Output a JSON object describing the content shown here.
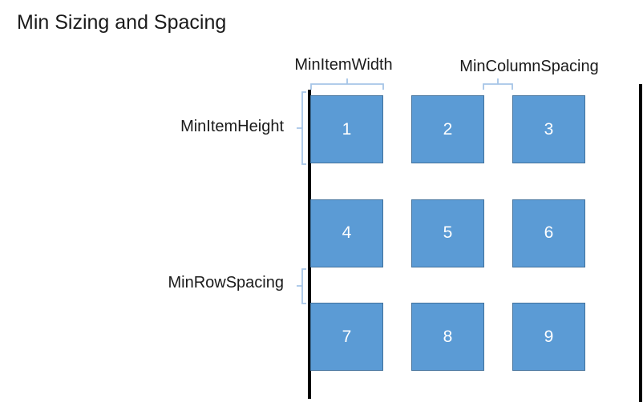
{
  "title": "Min Sizing and Spacing",
  "labels": {
    "min_item_width": "MinItemWidth",
    "min_column_spacing": "MinColumnSpacing",
    "min_item_height": "MinItemHeight",
    "min_row_spacing": "MinRowSpacing"
  },
  "grid": {
    "items": [
      "1",
      "2",
      "3",
      "4",
      "5",
      "6",
      "7",
      "8",
      "9"
    ]
  },
  "colors": {
    "item_fill": "#5B9BD5",
    "item_border": "#41719C",
    "brace": "#A6C5E7",
    "edge_line": "#000000",
    "item_number": "#FFFFFF",
    "text": "#1A1A1A"
  }
}
